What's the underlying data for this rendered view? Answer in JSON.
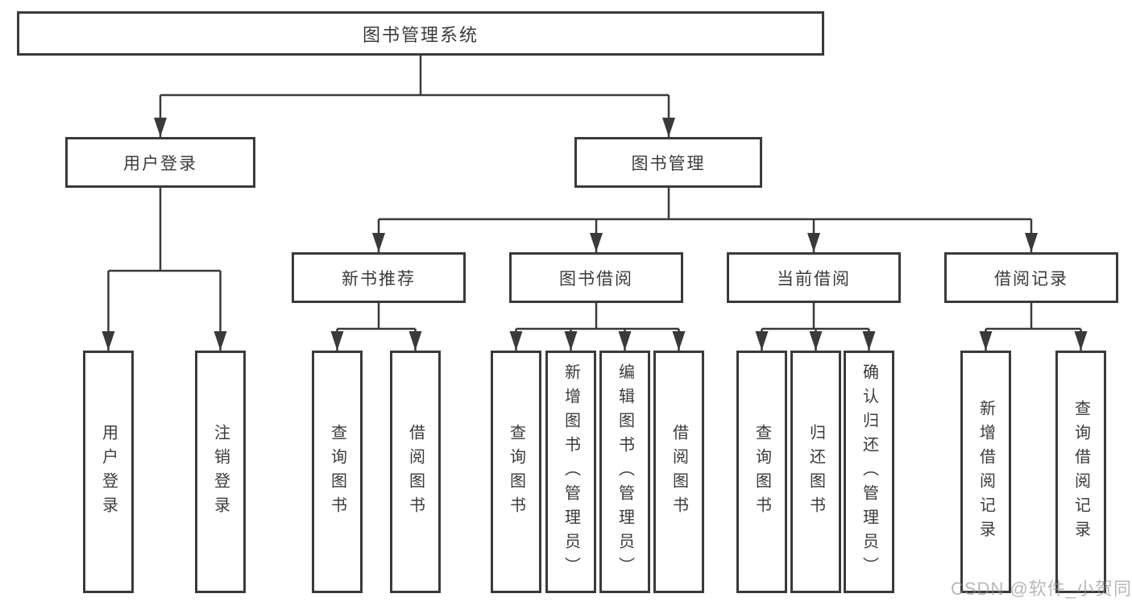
{
  "diagram": {
    "type": "hierarchy-tree",
    "tree": {
      "label": "图书管理系统",
      "children": [
        {
          "label": "用户登录",
          "children": [
            {
              "label": "用户登录"
            },
            {
              "label": "注销登录"
            }
          ]
        },
        {
          "label": "图书管理",
          "children": [
            {
              "label": "新书推荐",
              "children": [
                {
                  "label": "查询图书"
                },
                {
                  "label": "借阅图书"
                }
              ]
            },
            {
              "label": "图书借阅",
              "children": [
                {
                  "label": "查询图书"
                },
                {
                  "label": "新增图书（管理员）"
                },
                {
                  "label": "编辑图书（管理员）"
                },
                {
                  "label": "借阅图书"
                }
              ]
            },
            {
              "label": "当前借阅",
              "children": [
                {
                  "label": "查询图书"
                },
                {
                  "label": "归还图书"
                },
                {
                  "label": "确认归还（管理员）"
                }
              ]
            },
            {
              "label": "借阅记录",
              "children": [
                {
                  "label": "新增借阅记录"
                },
                {
                  "label": "查询借阅记录"
                }
              ]
            }
          ]
        }
      ]
    },
    "colors": {
      "line": "#3a3a3a",
      "box_border": "#3a3a3a",
      "text": "#3b3b3f",
      "background": "#ffffff",
      "watermark": "#919198"
    }
  },
  "watermark": {
    "text": "CSDN @软件_小贺同学"
  }
}
